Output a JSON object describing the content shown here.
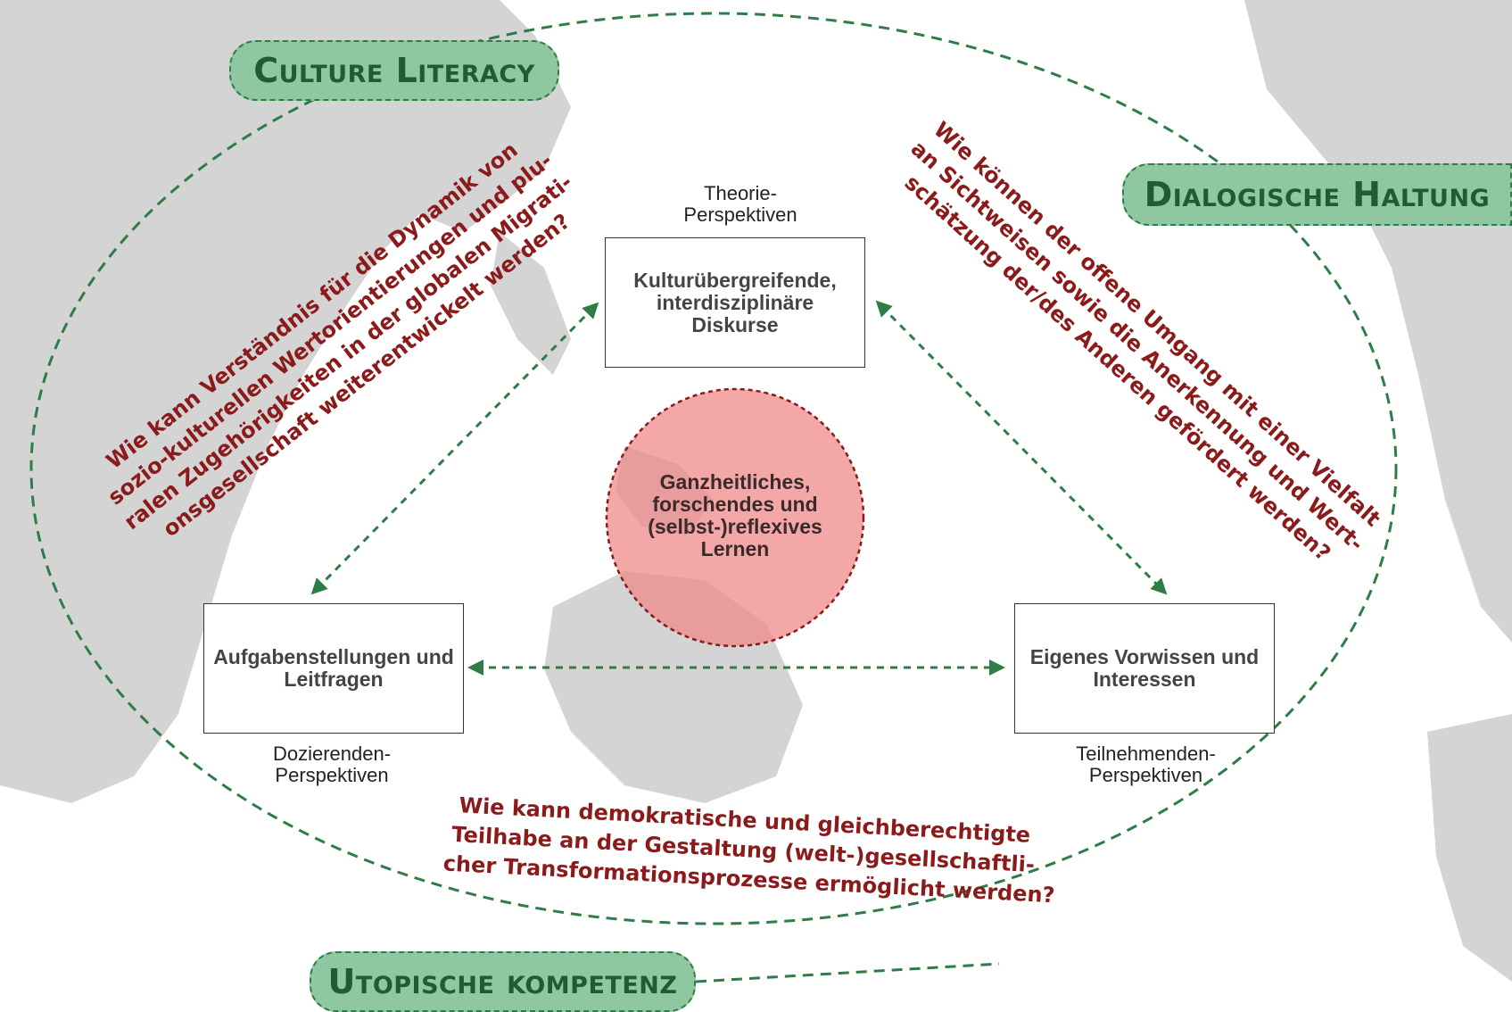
{
  "badges": {
    "culture_literacy": "Culture Literacy",
    "dialogische_haltung": "Dialogische Haltung",
    "utopische_kompetenz": "Utopische kompetenz"
  },
  "boxes": {
    "top": "Kulturübergreifende, interdisziplinäre Diskurse",
    "left": "Aufgabenstellungen und Leitfragen",
    "right": "Eigenes Vorwissen und Interessen"
  },
  "perspectives": {
    "theorie": [
      "Theorie-",
      "Perspektiven"
    ],
    "dozierenden": [
      "Dozierenden-",
      "Perspektiven"
    ],
    "teilnehmenden": [
      "Teilnehmenden-",
      "Perspektiven"
    ]
  },
  "center": [
    "Ganzheitliches,",
    "forschendes und",
    "(selbst-)reflexives",
    "Lernen"
  ],
  "questions": {
    "left": [
      "Wie kann Verständnis für die Dynamik von",
      "sozio-kulturellen Wertorientierungen und plu-",
      "ralen Zugehörigkeiten in der globalen Migrati-",
      "onsgesellschaft weiterentwickelt werden?"
    ],
    "right": [
      "Wie können der offene Umgang mit einer Vielfalt",
      "an Sichtweisen sowie die Anerkennung und Wert-",
      "schätzung der/des Anderen gefördert werden?"
    ],
    "bottom": [
      "Wie kann demokratische und gleichberechtigte",
      "Teilhabe an der Gestaltung (welt-)gesellschaftli-",
      "cher Transformationsprozesse ermöglicht werden?"
    ]
  },
  "colors": {
    "badge_fill": "#8fc7a0",
    "badge_text": "#1f5c33",
    "dashed_green": "#2e7d46",
    "question_red": "#8b1a1a",
    "center_circle": "#f08a8a",
    "map_gray": "#d4d4d4"
  }
}
